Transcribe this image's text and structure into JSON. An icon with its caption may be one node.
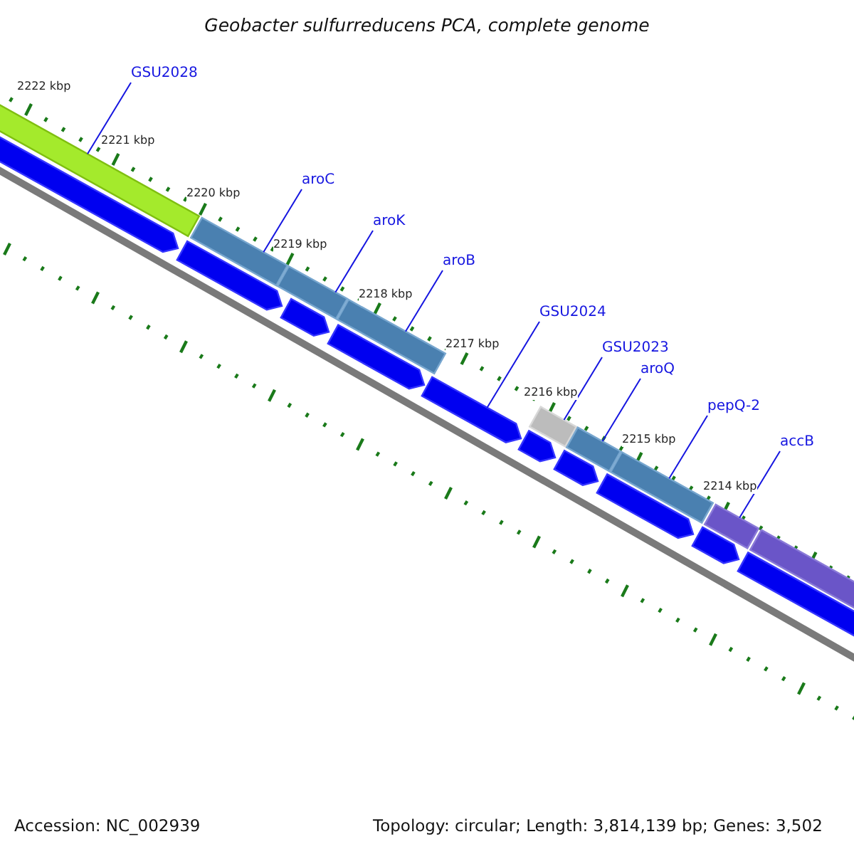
{
  "diagram": {
    "title": "Geobacter sulfurreducens PCA, complete genome",
    "nodes": [
      {
        "text": [
          "GSU2028"
        ]
      },
      {
        "text": [],
        "shape": "bar"
      },
      {
        "text": [
          "aroC"
        ]
      },
      {
        "text": [],
        "shape": "bar"
      },
      {
        "text": [
          "aroK"
        ]
      },
      {
        "text": [],
        "shape": "bar"
      },
      {
        "text": [
          "aroB"
        ]
      },
      {
        "text": [],
        "shape": "bar"
      },
      {
        "text": [
          "GSU2024"
        ]
      },
      {
        "text": [],
        "shape": "pentagon"
      },
      {
        "text": [
          "GSU2023"
        ]
      },
      {
        "text": [],
        "shape": "bar"
      },
      {
        "text": [
          "aroQ"
        ]
      },
      {
        "text": [],
        "shape": "bar"
      },
      {
        "text": [
          "pepQ-2"
        ]
      },
      {
        "text": [],
        "shape": "bar"
      },
      {
        "text": [
          "accB"
        ]
      },
      {
        "text": [],
        "shape": "bar"
      },
      {
        "text": [],
        "shape": "pentagon"
      },
      {
        "text": [],
        "shape": "pentagon"
      },
      {
        "text": [],
        "shape": "pentagon"
      },
      {
        "text": [],
        "shape": "pentagon"
      },
      {
        "text": [],
        "shape": "pentagon"
      },
      {
        "text": [],
        "shape": "pentagon"
      },
      {
        "text": [],
        "shape": "pentagon"
      },
      {
        "text": [],
        "shape": "pentagon"
      },
      {
        "text": [],
        "shape": "pentagon"
      },
      {
        "text": [],
        "shape": "bar"
      }
    ],
    "edges": [
      {
        "from": 0,
        "to": 1,
        "arrow": "none"
      },
      {
        "from": 2,
        "to": 3,
        "arrow": "none"
      },
      {
        "from": 4,
        "to": 5,
        "arrow": "none"
      },
      {
        "from": 6,
        "to": 7,
        "arrow": "none"
      },
      {
        "from": 8,
        "to": 9,
        "arrow": "none"
      },
      {
        "from": 10,
        "to": 11,
        "arrow": "none"
      },
      {
        "from": 12,
        "to": 13,
        "arrow": "none"
      },
      {
        "from": 14,
        "to": 15,
        "arrow": "none"
      },
      {
        "from": 16,
        "to": 17,
        "arrow": "none"
      }
    ],
    "labels": [
      "2222 kbp",
      "2221 kbp",
      "2220 kbp",
      "2219 kbp",
      "2218 kbp",
      "2217 kbp",
      "2216 kbp",
      "2215 kbp",
      "2214 kbp",
      "Accession: NC_002939",
      "Topology: circular; Length: 3,814,139 bp; Genes: 3,502"
    ]
  }
}
